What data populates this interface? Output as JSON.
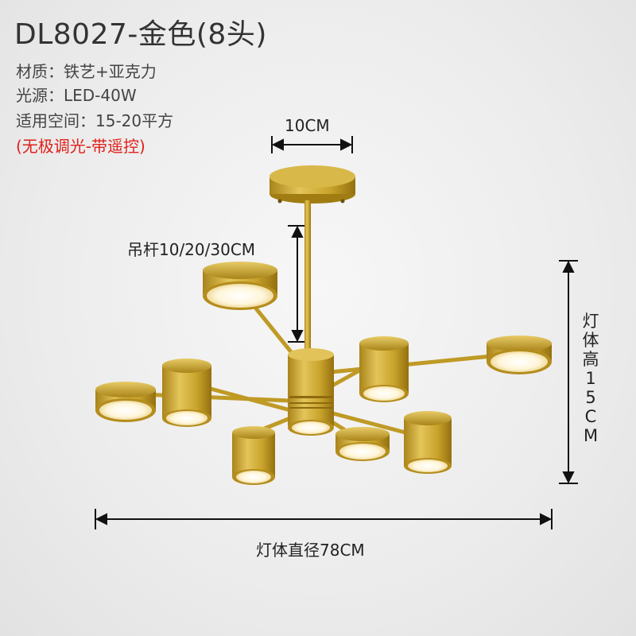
{
  "product": {
    "title": "DL8027-金色(8头)",
    "material": "材质：铁艺+亚克力",
    "light_source": "光源：LED-40W",
    "area": "适用空间：15-20平方",
    "note": "(无极调光-带遥控)"
  },
  "dimensions": {
    "canopy_width": "10CM",
    "rod_length": "吊杆10/20/30CM",
    "body_height": "灯体高15CM",
    "body_diameter": "灯体直径78CM"
  },
  "colors": {
    "gold": "#c9a42c",
    "gold_dark": "#a07c12",
    "note_red": "#e0201a",
    "diffuser": "#fffbea"
  }
}
